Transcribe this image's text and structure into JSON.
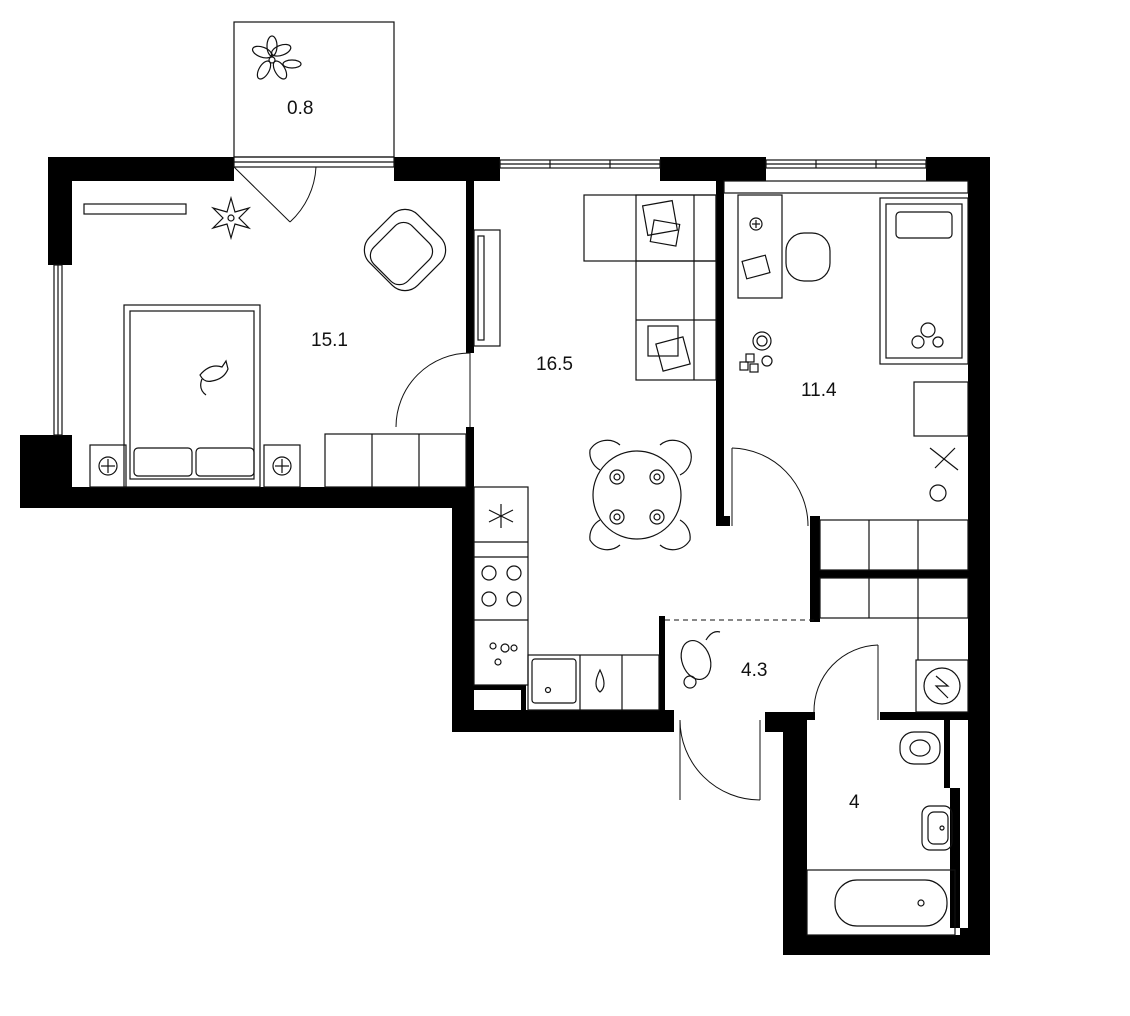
{
  "plan": {
    "colors": {
      "wall": "#000000",
      "line": "#111111",
      "background": "#ffffff"
    },
    "rooms": [
      {
        "id": "balcony",
        "area": "0.8"
      },
      {
        "id": "bedroom",
        "area": "15.1"
      },
      {
        "id": "living-kitchen",
        "area": "16.5"
      },
      {
        "id": "kids-room",
        "area": "11.4"
      },
      {
        "id": "hallway",
        "area": "4.3"
      },
      {
        "id": "bathroom",
        "area": "4"
      }
    ]
  }
}
